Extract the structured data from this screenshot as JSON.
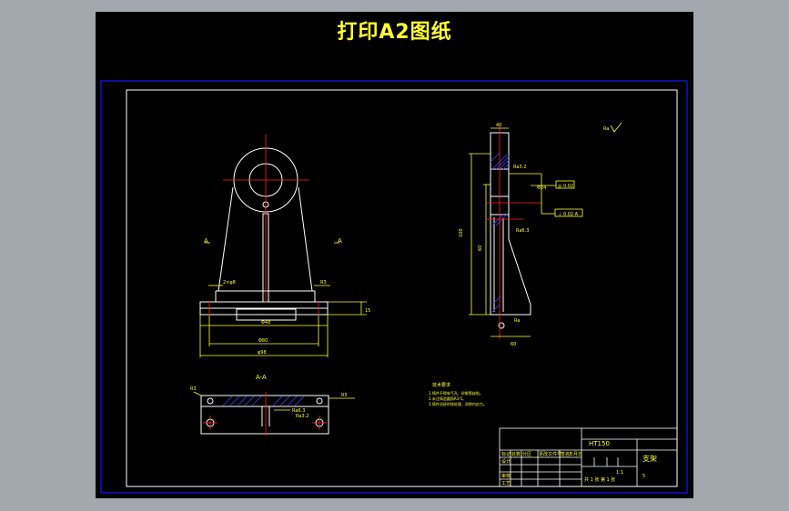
{
  "page_title": "打印A2图纸",
  "drawing": {
    "section_label": "A-A",
    "view_marker": "A",
    "tech_req_title": "技术要求",
    "tech_req_lines": [
      "1.铸件不得有气孔、砂眼等缺陷。",
      "2.未注铸造圆角R3-5。",
      "3.铸件须经时效处理，消除内应力。"
    ]
  },
  "title_block": {
    "material": "HT150",
    "part_name": "支架",
    "scale": "1:1",
    "sheet": "共 1 张  第 1 张",
    "row_labels": [
      "标记",
      "设计",
      "审核",
      "工艺"
    ],
    "cols": [
      "处数",
      "分区",
      "更改文件号",
      "签名",
      "年",
      "月",
      "日"
    ],
    "quantity": "5"
  },
  "colors": {
    "background": "#000000",
    "line": "#ffffff",
    "dimension": "#ffff33",
    "centerline": "#ff2020",
    "border": "#1010d0",
    "hatch": "#3030c0",
    "app_bg": "#a2a8ae"
  }
}
